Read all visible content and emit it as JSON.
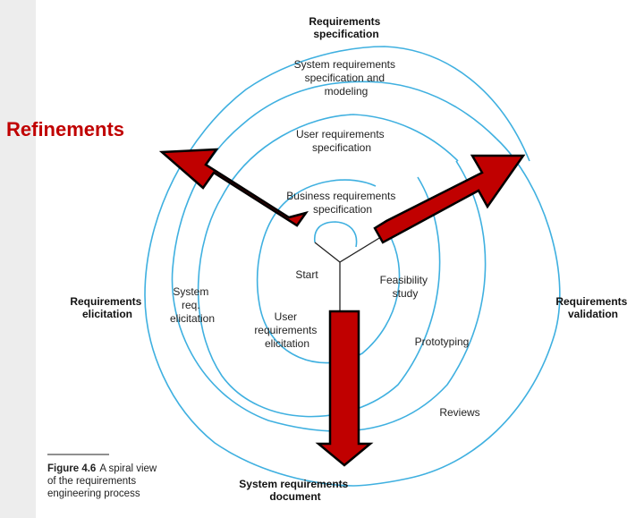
{
  "colors": {
    "spiral": "#3fb0e0",
    "arrow_fill": "#c00000",
    "arrow_stroke": "#000000",
    "refinements_text": "#c00000",
    "side_strip": "#ededed"
  },
  "headline": "Refinements",
  "labels": {
    "req_spec": [
      "Requirements",
      "specification"
    ],
    "req_elicitation": [
      "Requirements",
      "elicitation"
    ],
    "req_validation": [
      "Requirements",
      "validation"
    ],
    "sys_req_doc": [
      "System requirements",
      "document"
    ],
    "sys_req_spec_modeling": [
      "System requirements",
      "specification and",
      "modeling"
    ],
    "user_req_spec": [
      "User requirements",
      "specification"
    ],
    "business_req_spec": [
      "Business requirements",
      "specification"
    ],
    "start": "Start",
    "feasibility": [
      "Feasibility",
      "study"
    ],
    "user_req_elicitation": [
      "User",
      "requirements",
      "elicitation"
    ],
    "system_req_elicitation": [
      "System",
      "req.",
      "elicitation"
    ],
    "prototyping": "Prototyping",
    "reviews": "Reviews"
  },
  "caption": {
    "figure": "Figure 4.6",
    "line1": "A spiral view",
    "line2": "of the requirements",
    "line3": "engineering process"
  }
}
